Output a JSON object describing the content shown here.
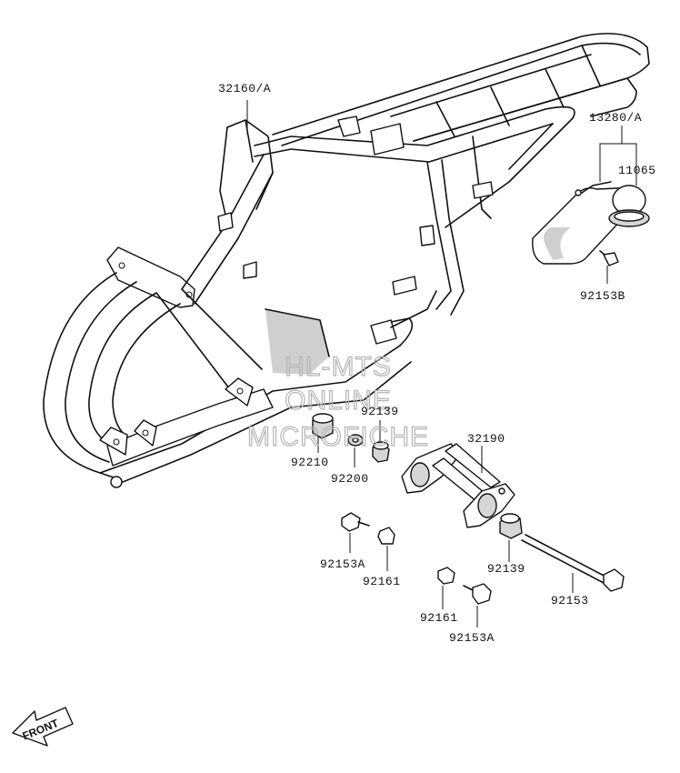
{
  "diagram": {
    "watermark": [
      "HL-MTS",
      "ONLINE",
      "MICROFICHE"
    ],
    "front_label": "FRONT",
    "labels": {
      "frame": "32160/A",
      "cover_assy": "13280/A",
      "cover": "11065",
      "bolt_b": "92153B",
      "collar_upper": "92139",
      "bushing": "92210",
      "washer": "92200",
      "bracket": "32190",
      "bolt_a_left": "92153A",
      "nut_left": "92161",
      "collar_lower": "92139",
      "long_bolt": "92153",
      "nut_right": "92161",
      "bolt_a_right": "92153A"
    }
  }
}
